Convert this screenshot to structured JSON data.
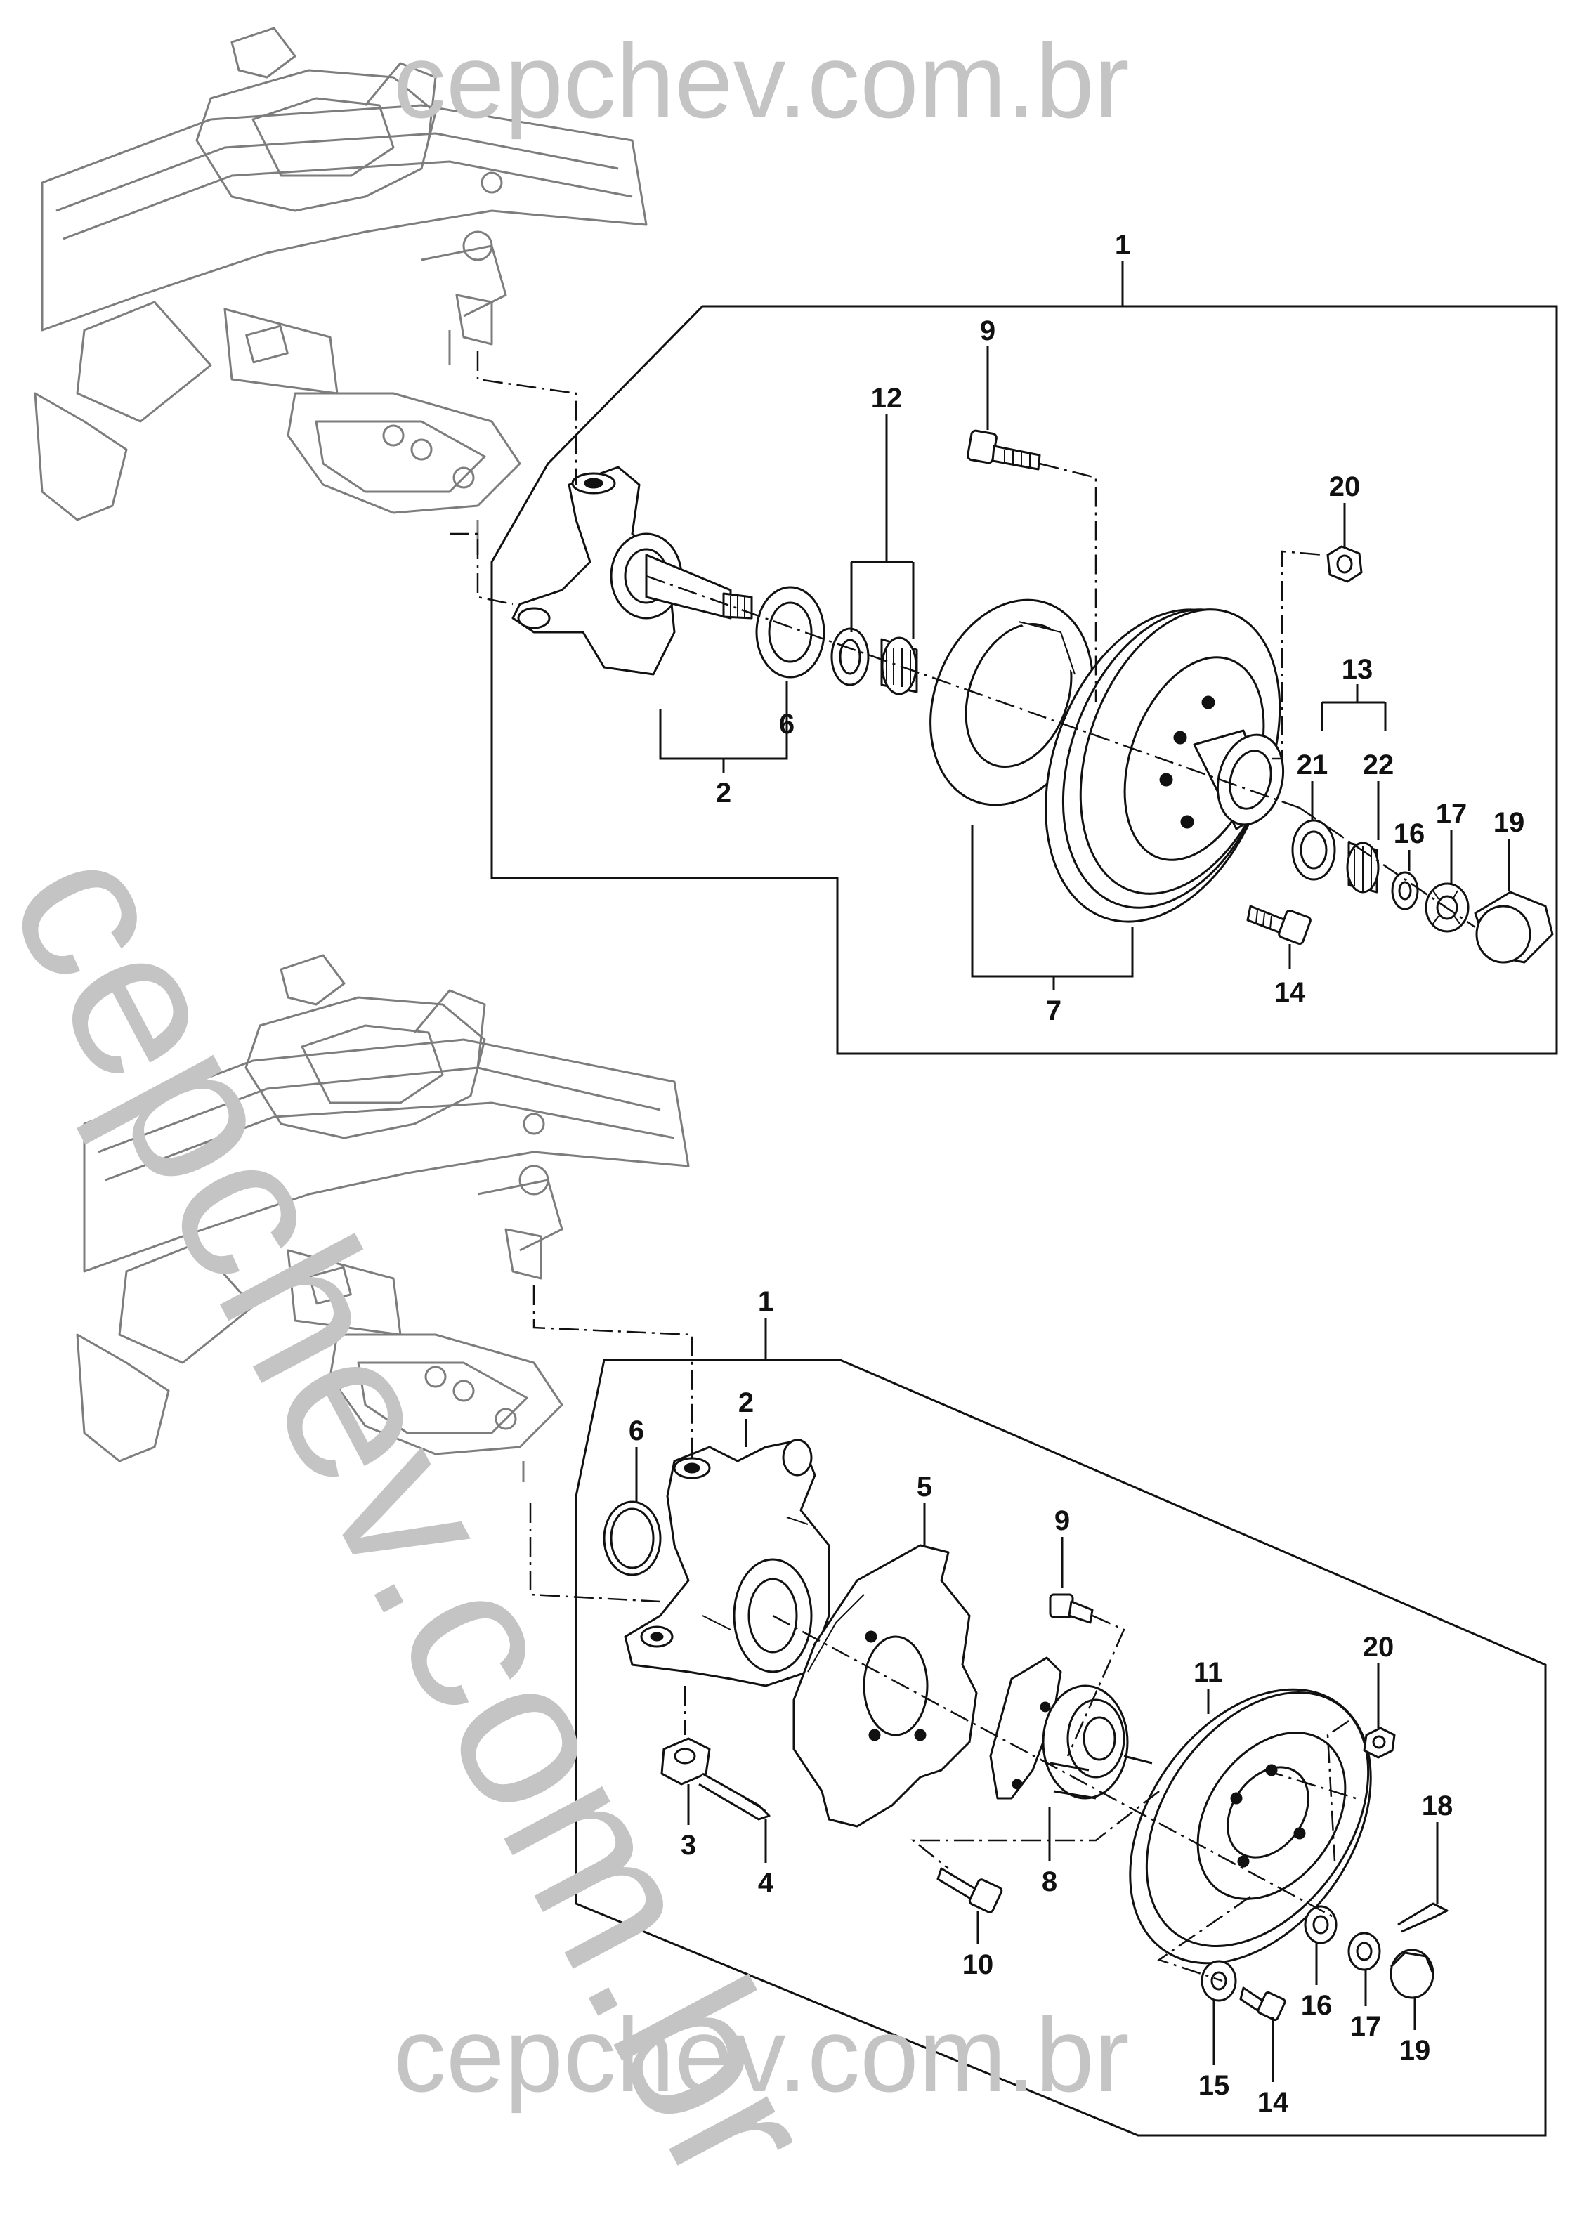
{
  "watermark": {
    "text": "cepchev.com.br"
  },
  "upper_assembly": {
    "callouts": [
      "1",
      "2",
      "6",
      "9",
      "12",
      "20",
      "13",
      "21",
      "22",
      "16",
      "17",
      "19",
      "14",
      "7"
    ]
  },
  "lower_assembly": {
    "callouts": [
      "1",
      "2",
      "6",
      "5",
      "9",
      "11",
      "20",
      "18",
      "3",
      "4",
      "8",
      "10",
      "16",
      "17",
      "19",
      "15",
      "14"
    ]
  },
  "colors": {
    "line": "#111111",
    "frame": "#7d7d7d",
    "watermark": "#c4c4c4"
  },
  "icons": [
    "steering-knuckle-icon",
    "brake-disc-icon",
    "hub-icon",
    "bearing-icon",
    "seal-icon",
    "nut-icon",
    "bolt-icon",
    "cap-icon",
    "cotter-pin-icon",
    "washer-icon",
    "splash-shield-icon",
    "chassis-frame-icon"
  ]
}
